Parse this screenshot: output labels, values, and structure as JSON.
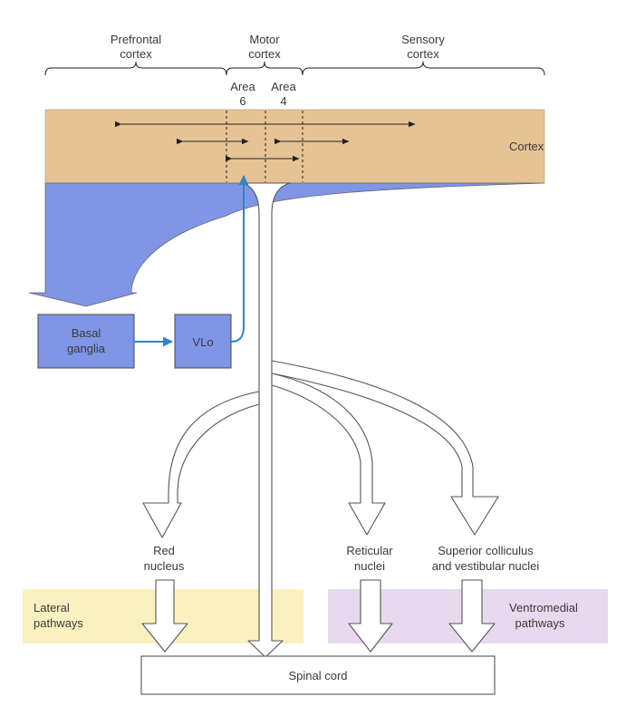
{
  "colors": {
    "cortex_fill": "#e6c394",
    "basal_fill": "#7f95e6",
    "blue_arrow": "#2f86c2",
    "lateral_fill": "#fbf1c0",
    "ventromedial_fill": "#e8d9ef",
    "outline": "#444444"
  },
  "labels": {
    "prefrontal_1": "Prefrontal",
    "prefrontal_2": "cortex",
    "motor_1": "Motor",
    "motor_2": "cortex",
    "sensory_1": "Sensory",
    "sensory_2": "cortex",
    "area6_1": "Area",
    "area6_2": "6",
    "area4_1": "Area",
    "area4_2": "4",
    "cortex": "Cortex",
    "basal_1": "Basal",
    "basal_2": "ganglia",
    "vlo": "VLo",
    "red_1": "Red",
    "red_2": "nucleus",
    "reticular_1": "Reticular",
    "reticular_2": "nuclei",
    "superior_1": "Superior colliculus",
    "superior_2": "and vestibular nuclei",
    "lateral_1": "Lateral",
    "lateral_2": "pathways",
    "ventromedial_1": "Ventromedial",
    "ventromedial_2": "pathways",
    "spinal": "Spinal cord"
  }
}
